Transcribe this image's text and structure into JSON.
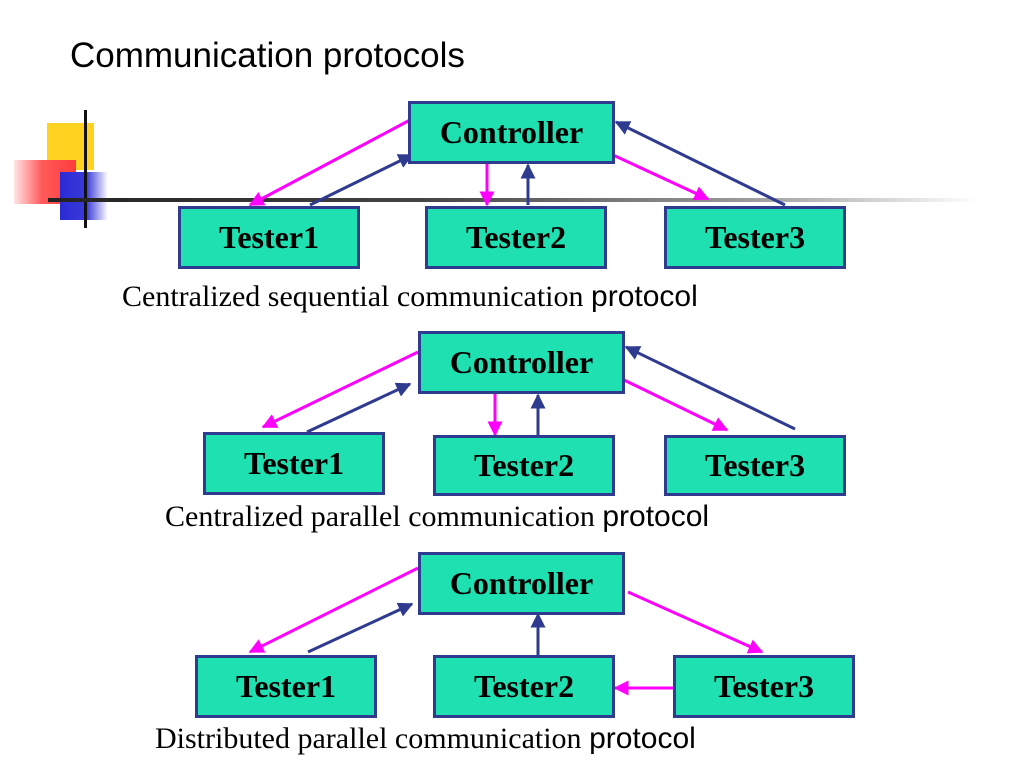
{
  "slide": {
    "title": "Communication protocols"
  },
  "diagrams": [
    {
      "controller": "Controller",
      "testers": [
        "Tester1",
        "Tester2",
        "Tester3"
      ],
      "caption_main": "Centralized sequential communication",
      "caption_tail": "protocol"
    },
    {
      "controller": "Controller",
      "testers": [
        "Tester1",
        "Tester2",
        "Tester3"
      ],
      "caption_main": "Centralized parallel communication",
      "caption_tail": "protocol"
    },
    {
      "controller": "Controller",
      "testers": [
        "Tester1",
        "Tester2",
        "Tester3"
      ],
      "caption_main": "Distributed parallel communication",
      "caption_tail": "protocol"
    }
  ],
  "colors": {
    "box_fill": "#1ee0b0",
    "box_border": "#2e3b8f",
    "arrow_magenta": "#ff00ff",
    "arrow_navy": "#2e3b8f"
  }
}
